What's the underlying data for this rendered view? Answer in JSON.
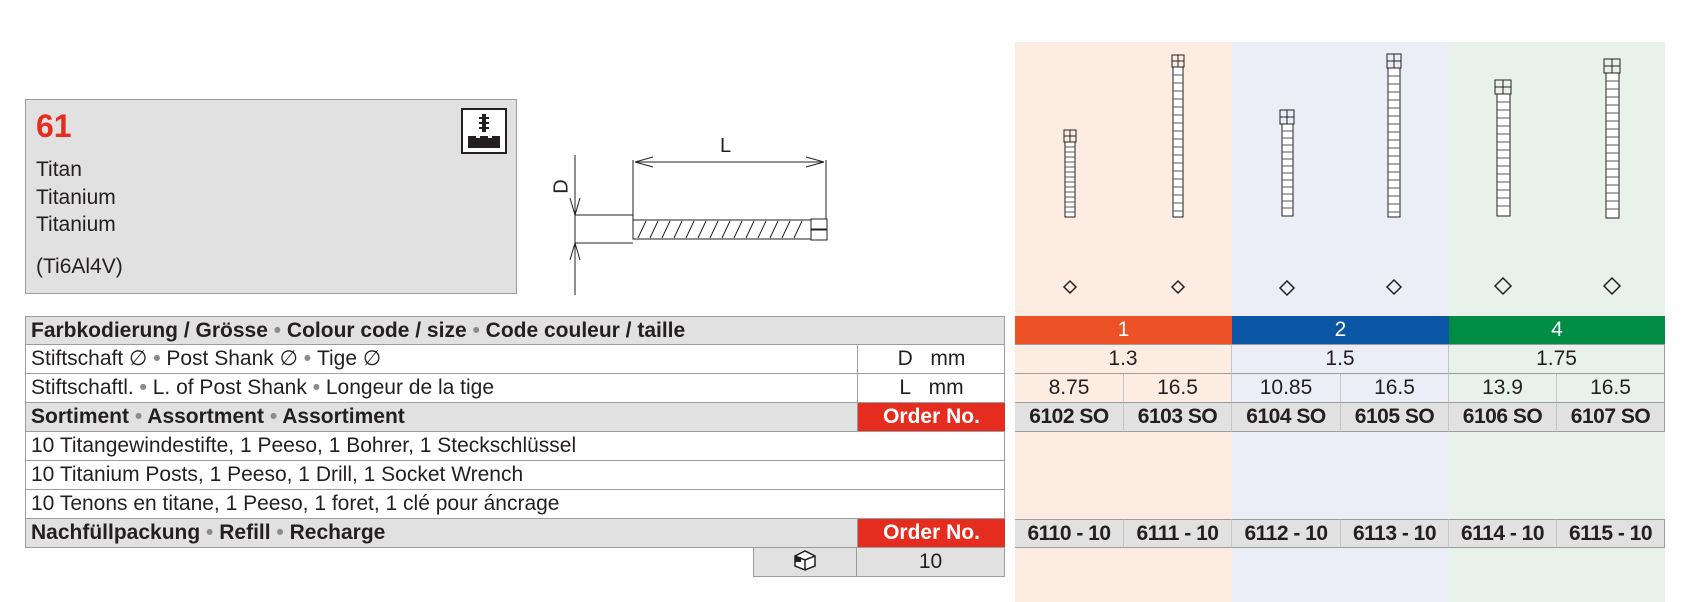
{
  "product": {
    "number": "61",
    "material_de": "Titan",
    "material_en": "Titanium",
    "material_fr": "Titanium",
    "alloy": "(Ti6Al4V)",
    "icon": "post-system-icon"
  },
  "drawing": {
    "length_label": "L",
    "diameter_label": "D"
  },
  "table": {
    "colour_row": {
      "de": "Farbkodierung / Grösse",
      "en": "Colour code / size",
      "fr": "Code couleur / taille",
      "sizes": [
        {
          "label": "1",
          "color": "#ed5126"
        },
        {
          "label": "2",
          "color": "#0a56a5"
        },
        {
          "label": "4",
          "color": "#008c44"
        }
      ]
    },
    "shank_row": {
      "de": "Stiftschaft ∅",
      "en": "Post Shank ∅",
      "fr": "Tige ∅",
      "unit_symbol": "D",
      "unit": "mm",
      "values": [
        "1.3",
        "1.5",
        "1.75"
      ]
    },
    "length_row": {
      "de": "Stiftschaftl.",
      "en": "L. of Post Shank",
      "fr": "Longeur de la tige",
      "unit_symbol": "L",
      "unit": "mm",
      "values": [
        "8.75",
        "16.5",
        "10.85",
        "16.5",
        "13.9",
        "16.5"
      ]
    },
    "assortment_row": {
      "de": "Sortiment",
      "en": "Assortment",
      "fr": "Assortiment",
      "order_label": "Order No.",
      "codes": [
        "6102 SO",
        "6103 SO",
        "6104 SO",
        "6105 SO",
        "6106 SO",
        "6107 SO"
      ]
    },
    "contents": [
      "10 Titangewindestifte, 1 Peeso, 1 Bohrer, 1 Steckschlüssel",
      "10 Titanium Posts, 1 Peeso, 1 Drill, 1 Socket Wrench",
      "10 Tenons en titane, 1 Peeso, 1 foret, 1 clé pour áncrage"
    ],
    "refill_row": {
      "de": "Nachfüllpackung",
      "en": "Refill",
      "fr": "Recharge",
      "order_label": "Order No.",
      "codes": [
        "6110 - 10",
        "6111 - 10",
        "6112 - 10",
        "6113 - 10",
        "6114 - 10",
        "6115 - 10"
      ]
    },
    "package": {
      "icon": "package-box-icon",
      "quantity": "10"
    }
  },
  "colors": {
    "accent_red": "#e52d1f",
    "size1": "#ed5126",
    "size2": "#0a56a5",
    "size4": "#008c44"
  }
}
